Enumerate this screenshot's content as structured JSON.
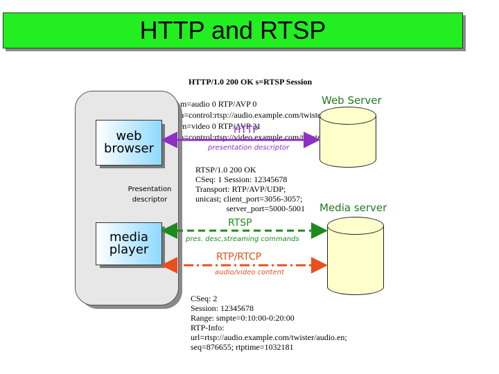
{
  "title": "HTTP and RTSP",
  "sdp_lines": [
    "HTTP/1.0 200 OK s=RTSP Session",
    "m=audio 0 RTP/AVP 0",
    "a=control:rtsp://audio.example.com/twister/audio.en",
    "m=video 0 RTP/AVP 31",
    "a=control:rtsp://video.example.com/twister/video"
  ],
  "web_server_label": "Web Server",
  "media_server_label": "Media server",
  "web_browser_label": "web\nbrowser",
  "media_player_label": "media\nplayer",
  "presentation_descriptor_label": "Presentation\ndescriptor",
  "http": {
    "label": "HTTP",
    "sublabel": "presentation descriptor"
  },
  "rtsp_reply_lines": [
    "RTSP/1.0 200 OK",
    "CSeq: 1 Session: 12345678",
    "Transport: RTP/AVP/UDP;",
    "unicast; client_port=3056-3057;",
    "server_port=5000-5001"
  ],
  "rtsp": {
    "label": "RTSP",
    "sublabel": "pres. desc,streaming commands"
  },
  "rtp": {
    "label": "RTP/RTCP",
    "sublabel": "audio/video content"
  },
  "play_reply_lines": [
    "CSeq: 2",
    "Session: 12345678",
    "Range: smpte=0:10:00-0:20:00",
    "RTP-Info:",
    "url=rtsp://audio.example.com/twister/audio.en;",
    "seq=876655; rtptime=1032181"
  ],
  "colors": {
    "title_bg": "#22ee22",
    "http_arrow": "#8e2fc4",
    "rtsp_arrow": "#1e8a1e",
    "rtp_arrow": "#e8501e",
    "server_label": "#1e7a1e"
  }
}
